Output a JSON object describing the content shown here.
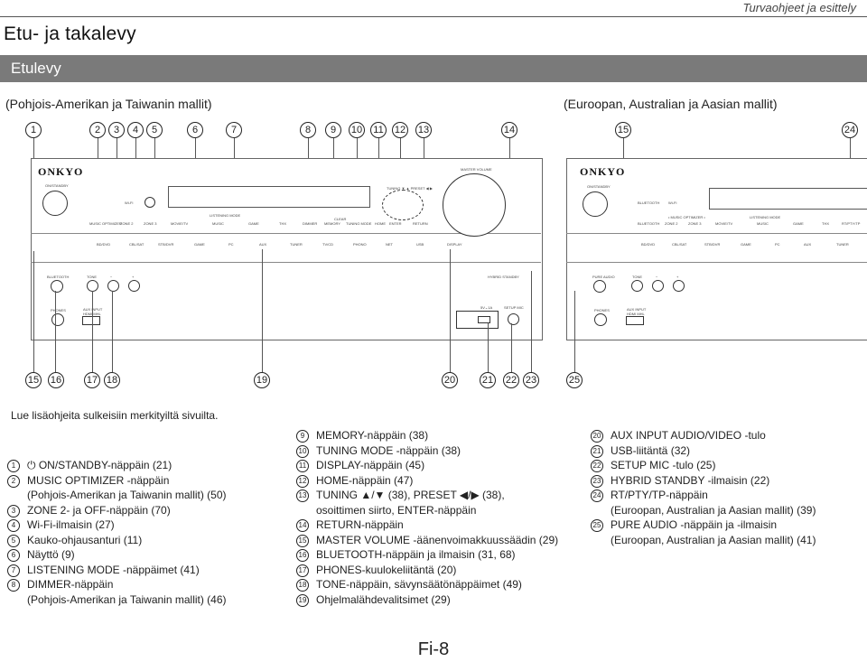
{
  "header": {
    "section": "Turvaohjeet ja esittely",
    "title": "Etu- ja takalevy"
  },
  "band": {
    "label": "Etulevy"
  },
  "subtitles": {
    "left": "(Pohjois-Amerikan ja Taiwanin mallit)",
    "right": "(Euroopan, Australian ja Aasian mallit)"
  },
  "callouts_top": [
    "1",
    "2",
    "3",
    "4",
    "5",
    "6",
    "7",
    "8",
    "9",
    "10",
    "11",
    "12",
    "13",
    "14",
    "15",
    "24"
  ],
  "callouts_bottom": [
    "15",
    "16",
    "17",
    "18",
    "19",
    "20",
    "21",
    "22",
    "23",
    "25"
  ],
  "panel_left": {
    "brand": "ONKYO",
    "standby": "ON/STANDBY",
    "wifi": "Wi-Fi",
    "buttons_top": [
      "MUSIC OPTIMIZER",
      "ZONE 2",
      "ZONE 3",
      "MOVIE/TV",
      "MUSIC",
      "GAME",
      "THX",
      "DIMMER",
      "MEMORY",
      "TUNING MODE",
      "HOME",
      "ENTER",
      "RETURN"
    ],
    "group_labels": {
      "listening": "LISTENING MODE",
      "display": "DISPLAY",
      "clear": "CLEAR",
      "tuning": "TUNING ▼ ▲ PRESET ◀ ▶",
      "master": "MASTER VOLUME",
      "hybrid": "HYBRID STANDBY"
    },
    "inputs": [
      "BD/DVD",
      "CBL/SAT",
      "STB/DVR",
      "GAME",
      "PC",
      "AUX",
      "TUNER",
      "TV/CD",
      "PHONO",
      "NET",
      "USB"
    ],
    "lower_labels": {
      "bluetooth": "BLUETOOTH",
      "tone": "TONE",
      "minus": "−",
      "plus": "+",
      "phones": "PHONES",
      "aux_input": "AUX INPUT",
      "aux_sub": "HDMI MHL",
      "usb_label": "5V⌄1A",
      "setup_mic": "SETUP MIC"
    }
  },
  "panel_right": {
    "brand": "ONKYO",
    "standby": "ON/STANDBY",
    "bluetooth": "BLUETOOTH",
    "wifi": "Wi-Fi",
    "buttons_top": [
      "BLUETOOTH",
      "ZONE 2",
      "ZONE 3",
      "MOVIE/TV",
      "MUSIC",
      "GAME",
      "THX",
      "RT/PTY/TP"
    ],
    "group_labels": {
      "music_opt": "• MUSIC OPTIMIZER •",
      "listening": "LISTENING MODE"
    },
    "inputs": [
      "BD/DVD",
      "CBL/SAT",
      "STB/DVR",
      "GAME",
      "PC",
      "AUX",
      "TUNER"
    ],
    "lower_labels": {
      "pure_audio": "PURE AUDIO",
      "tone": "TONE",
      "minus": "−",
      "plus": "+",
      "phones": "PHONES",
      "aux_input": "AUX INPUT",
      "aux_sub": "HDMI MHL"
    }
  },
  "note": "Lue lisäohjeita sulkeisiin merkityiltä sivuilta.",
  "legend": {
    "col1": [
      {
        "n": "1",
        "text": "⏻ ON/STANDBY-näppäin (21)"
      },
      {
        "n": "2",
        "text": "MUSIC OPTIMIZER -näppäin"
      },
      {
        "n": "",
        "text": "(Pohjois-Amerikan ja Taiwanin mallit) (50)"
      },
      {
        "n": "3",
        "text": "ZONE 2- ja OFF-näppäin (70)"
      },
      {
        "n": "4",
        "text": "Wi-Fi-ilmaisin (27)"
      },
      {
        "n": "5",
        "text": "Kauko-ohjausanturi (11)"
      },
      {
        "n": "6",
        "text": "Näyttö (9)"
      },
      {
        "n": "7",
        "text": "LISTENING MODE -näppäimet (41)"
      },
      {
        "n": "8",
        "text": "DIMMER-näppäin"
      },
      {
        "n": "",
        "text": "(Pohjois-Amerikan ja Taiwanin mallit) (46)"
      }
    ],
    "col2": [
      {
        "n": "9",
        "text": "MEMORY-näppäin (38)"
      },
      {
        "n": "10",
        "text": "TUNING MODE -näppäin (38)"
      },
      {
        "n": "11",
        "text": "DISPLAY-näppäin (45)"
      },
      {
        "n": "12",
        "text": "HOME-näppäin (47)"
      },
      {
        "n": "13",
        "text": "TUNING ▲/▼ (38), PRESET ◀/▶ (38),"
      },
      {
        "n": "",
        "text": "osoittimen siirto, ENTER-näppäin"
      },
      {
        "n": "14",
        "text": "RETURN-näppäin"
      },
      {
        "n": "15",
        "text": "MASTER VOLUME -äänenvoimakkuussäädin (29)"
      },
      {
        "n": "16",
        "text": "BLUETOOTH-näppäin ja ilmaisin (31, 68)"
      },
      {
        "n": "17",
        "text": "PHONES-kuulokeliitäntä (20)"
      },
      {
        "n": "18",
        "text": "TONE-näppäin, sävynsäätönäppäimet (49)"
      },
      {
        "n": "19",
        "text": "Ohjelmalähdevalitsimet (29)"
      }
    ],
    "col3": [
      {
        "n": "20",
        "text": "AUX INPUT AUDIO/VIDEO -tulo"
      },
      {
        "n": "21",
        "text": "USB-liitäntä (32)"
      },
      {
        "n": "22",
        "text": "SETUP MIC -tulo (25)"
      },
      {
        "n": "23",
        "text": "HYBRID STANDBY -ilmaisin (22)"
      },
      {
        "n": "24",
        "text": "RT/PTY/TP-näppäin"
      },
      {
        "n": "",
        "text": "(Euroopan, Australian ja Aasian mallit) (39)"
      },
      {
        "n": "25",
        "text": "PURE AUDIO -näppäin ja -ilmaisin"
      },
      {
        "n": "",
        "text": "(Euroopan, Australian ja Aasian mallit) (41)"
      }
    ]
  },
  "footer": {
    "page": "Fi-8"
  }
}
